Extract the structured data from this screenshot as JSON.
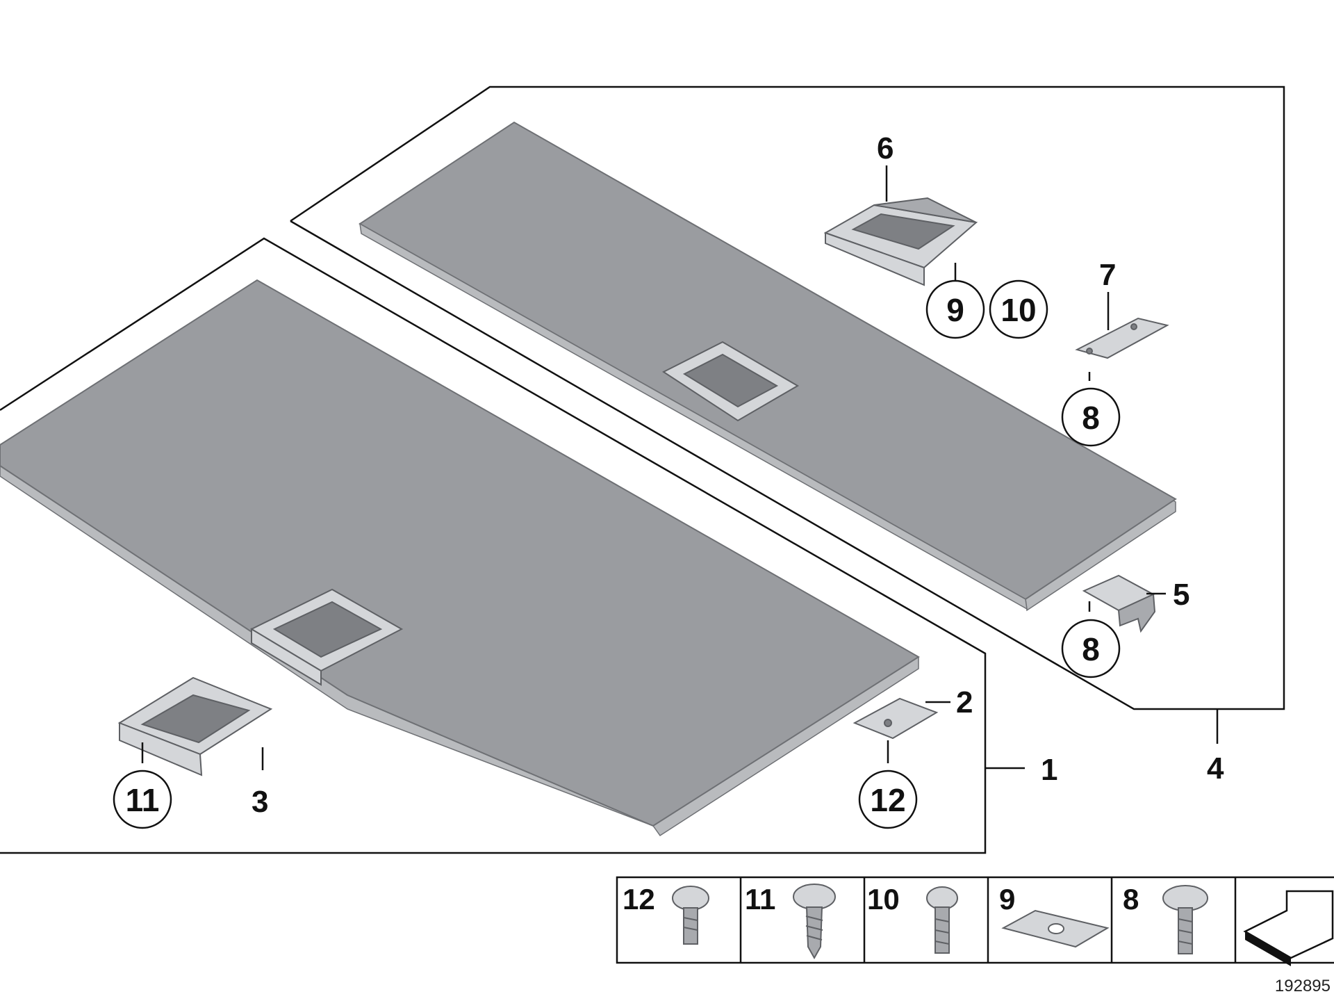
{
  "callouts": {
    "c1": "1",
    "c2": "2",
    "c3": "3",
    "c4": "4",
    "c5": "5",
    "c6": "6",
    "c7": "7",
    "c8a": "8",
    "c8b": "8",
    "c9": "9",
    "c10": "10",
    "c11": "11",
    "c12": "12"
  },
  "legend": {
    "items": [
      {
        "number": "12",
        "icon": "short-bolt-icon"
      },
      {
        "number": "11",
        "icon": "self-tapping-screw-icon"
      },
      {
        "number": "10",
        "icon": "bolt-icon"
      },
      {
        "number": "9",
        "icon": "square-washer-icon"
      },
      {
        "number": "8",
        "icon": "collar-screw-icon"
      },
      {
        "number": "",
        "icon": "arrow-symbol-icon"
      }
    ]
  },
  "reference_number": "192895"
}
